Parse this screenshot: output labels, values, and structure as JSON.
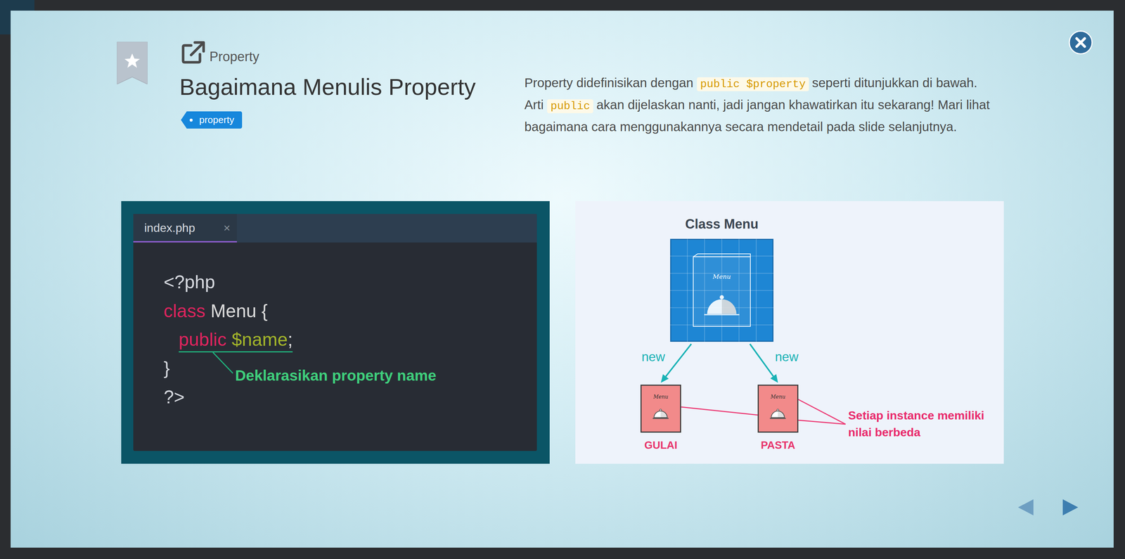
{
  "diagram": {
    "title": "Bagaimana Menulis Property",
    "nodes": [
      {
        "text": [
          "property"
        ]
      },
      {
        "text": [
          "<?php",
          "class",
          "Menu {",
          "public",
          "$name",
          ";",
          "}",
          "?>",
          "Deklarasikan property name"
        ]
      },
      {
        "text": [
          "index.php",
          "×"
        ],
        "in": 1
      },
      {
        "text": [
          "Setiap instance memiliki nilai berbeda"
        ]
      },
      {
        "text": [
          "Class Menu",
          "Menu"
        ],
        "in": 3
      },
      {
        "text": [
          "Menu",
          "GULAI"
        ],
        "in": 3
      },
      {
        "text": [
          "Menu",
          "PASTA"
        ],
        "in": 3
      }
    ],
    "edges": [
      {
        "from": 4,
        "to": 5,
        "arrow": "to",
        "label": "new"
      },
      {
        "from": 4,
        "to": 6,
        "arrow": "to",
        "label": "new"
      }
    ],
    "labels": [
      "Property",
      "Property didefinisikan dengan",
      "public $property",
      "seperti ditunjukkan di bawah. Arti",
      "public",
      "akan dijelaskan nanti, jadi jangan khawatirkan itu sekarang! Mari lihat bagaimana cara menggunakannya secara mendetail pada slide selanjutnya."
    ]
  }
}
